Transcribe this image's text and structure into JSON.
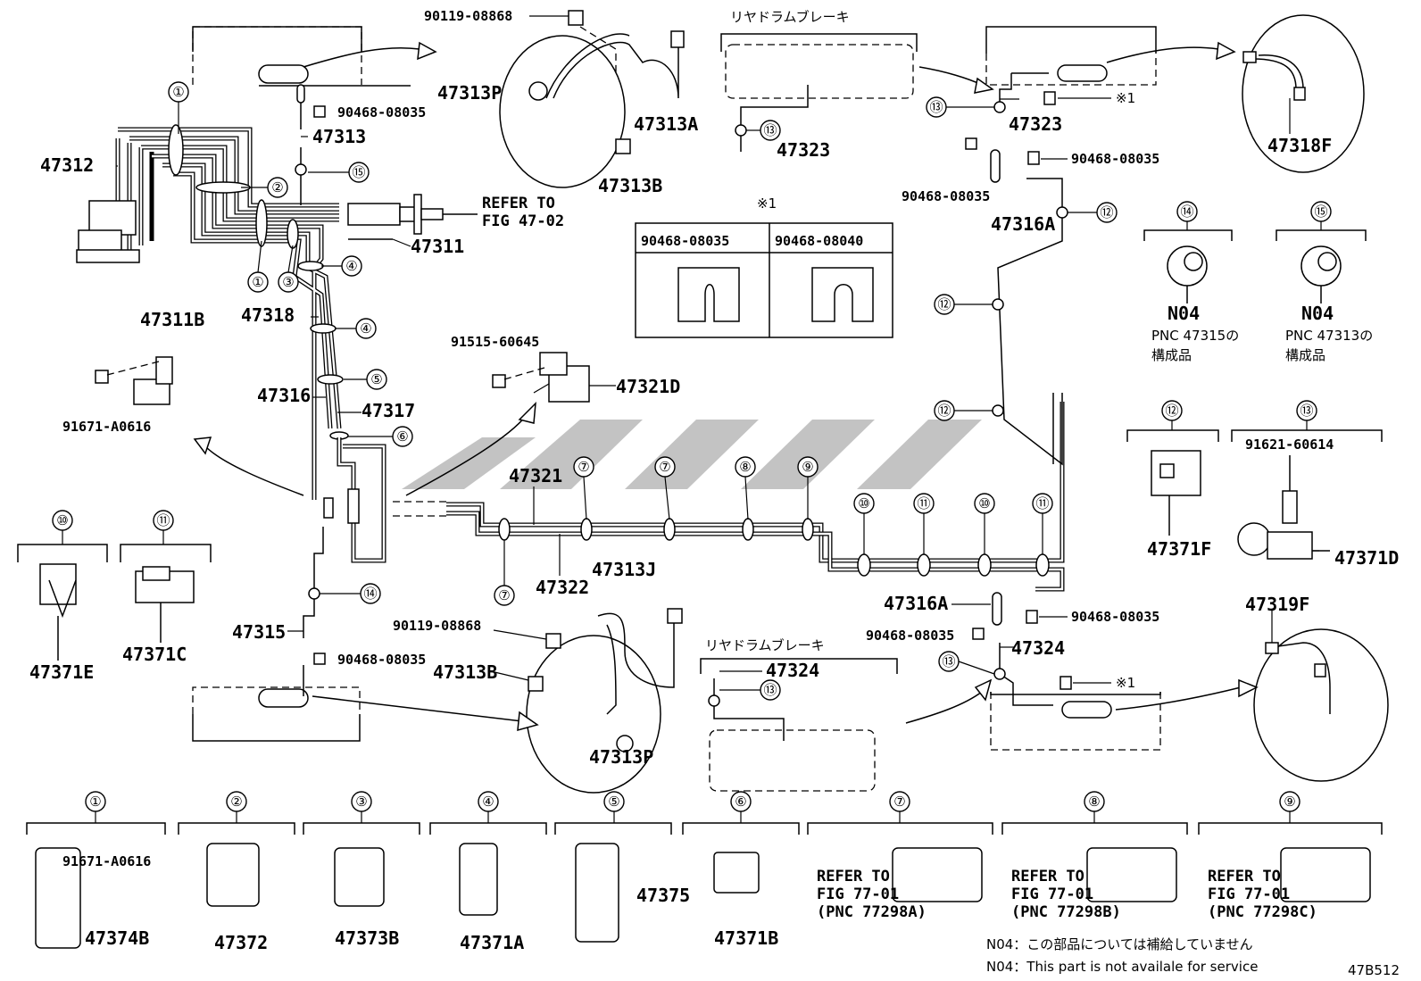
{
  "callouts": {
    "c1": "①",
    "c2": "②",
    "c3": "③",
    "c4": "④",
    "c5": "⑤",
    "c6": "⑥",
    "c7": "⑦",
    "c8": "⑧",
    "c9": "⑨",
    "c10": "⑩",
    "c11": "⑪",
    "c12": "⑫",
    "c13": "⑬",
    "c14": "⑭",
    "c15": "⑮"
  },
  "parts": {
    "p90119_top": "90119-08868",
    "p47313P_top": "47313P",
    "p47313A": "47313A",
    "p47313B_top": "47313B",
    "p90468_08035": "90468-08035",
    "p47313": "47313",
    "p47312": "47312",
    "p47311": "47311",
    "refer_fig_47": "REFER TO\nFIG 47-02",
    "refer_line1": "REFER TO",
    "refer_line2": "FIG 47-02",
    "p47318": "47318",
    "p47316": "47316",
    "p47317": "47317",
    "p47311B": "47311B",
    "p91671": "91671-A0616",
    "p91515": "91515-60645",
    "p47321D": "47321D",
    "p47321": "47321",
    "p47322": "47322",
    "p47313J": "47313J",
    "p90119_bot": "90119-08868",
    "p47313B_bot": "47313B",
    "p47313P_bot": "47313P",
    "p47315": "47315",
    "p47371E": "47371E",
    "p47371C": "47371C",
    "p47323": "47323",
    "p47316A": "47316A",
    "p47318F": "47318F",
    "p47324": "47324",
    "p47319F": "47319F",
    "p47371F": "47371F",
    "p91621": "91621-60614",
    "p47371D": "47371D",
    "n04": "N04",
    "pnc47315": "PNC 47315の",
    "pnc47313": "PNC 47313の",
    "kousei": "構成品",
    "rear_drum": "リヤドラムブレーキ",
    "kome1": "※1",
    "tbl_left": "90468-08035",
    "tbl_right": "90468-08040",
    "p47374B": "47374B",
    "p47372": "47372",
    "p47373B": "47373B",
    "p47371A": "47371A",
    "p47375": "47375",
    "p47371B": "47371B",
    "ref_refer": "REFER TO",
    "ref_fig77": "FIG 77-01",
    "pnc77298A": "(PNC 77298A)",
    "pnc77298B": "(PNC 77298B)",
    "pnc77298C": "(PNC 77298C)",
    "note_jp": "N04：この部品については補給していません",
    "note_en": "N04：This part is not availale for service",
    "fig_code": "47B512"
  }
}
